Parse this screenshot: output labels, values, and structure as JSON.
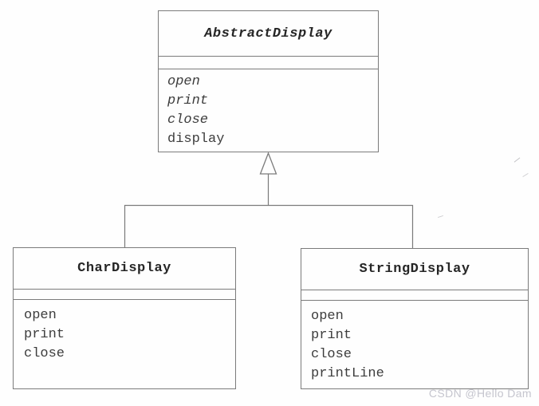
{
  "diagram": {
    "type": "uml-class-diagram",
    "classes": [
      {
        "name": "AbstractDisplay",
        "abstract": true,
        "attributes": [],
        "methods": [
          {
            "label": "open",
            "abstract": true
          },
          {
            "label": "print",
            "abstract": true
          },
          {
            "label": "close",
            "abstract": true
          },
          {
            "label": "display",
            "abstract": false
          }
        ]
      },
      {
        "name": "CharDisplay",
        "abstract": false,
        "attributes": [],
        "methods": [
          {
            "label": "open",
            "abstract": false
          },
          {
            "label": "print",
            "abstract": false
          },
          {
            "label": "close",
            "abstract": false
          }
        ]
      },
      {
        "name": "StringDisplay",
        "abstract": false,
        "attributes": [],
        "methods": [
          {
            "label": "open",
            "abstract": false
          },
          {
            "label": "print",
            "abstract": false
          },
          {
            "label": "close",
            "abstract": false
          },
          {
            "label": "printLine",
            "abstract": false
          }
        ]
      }
    ],
    "relations": [
      {
        "type": "generalization",
        "from": "CharDisplay",
        "to": "AbstractDisplay"
      },
      {
        "type": "generalization",
        "from": "StringDisplay",
        "to": "AbstractDisplay"
      }
    ],
    "colors": {
      "line": "#7b7b7b",
      "text": "#3d3d3d",
      "background": "#fefefe"
    }
  },
  "watermark": {
    "text": "CSDN @Hello Dam",
    "color": "#c5c5ce"
  }
}
